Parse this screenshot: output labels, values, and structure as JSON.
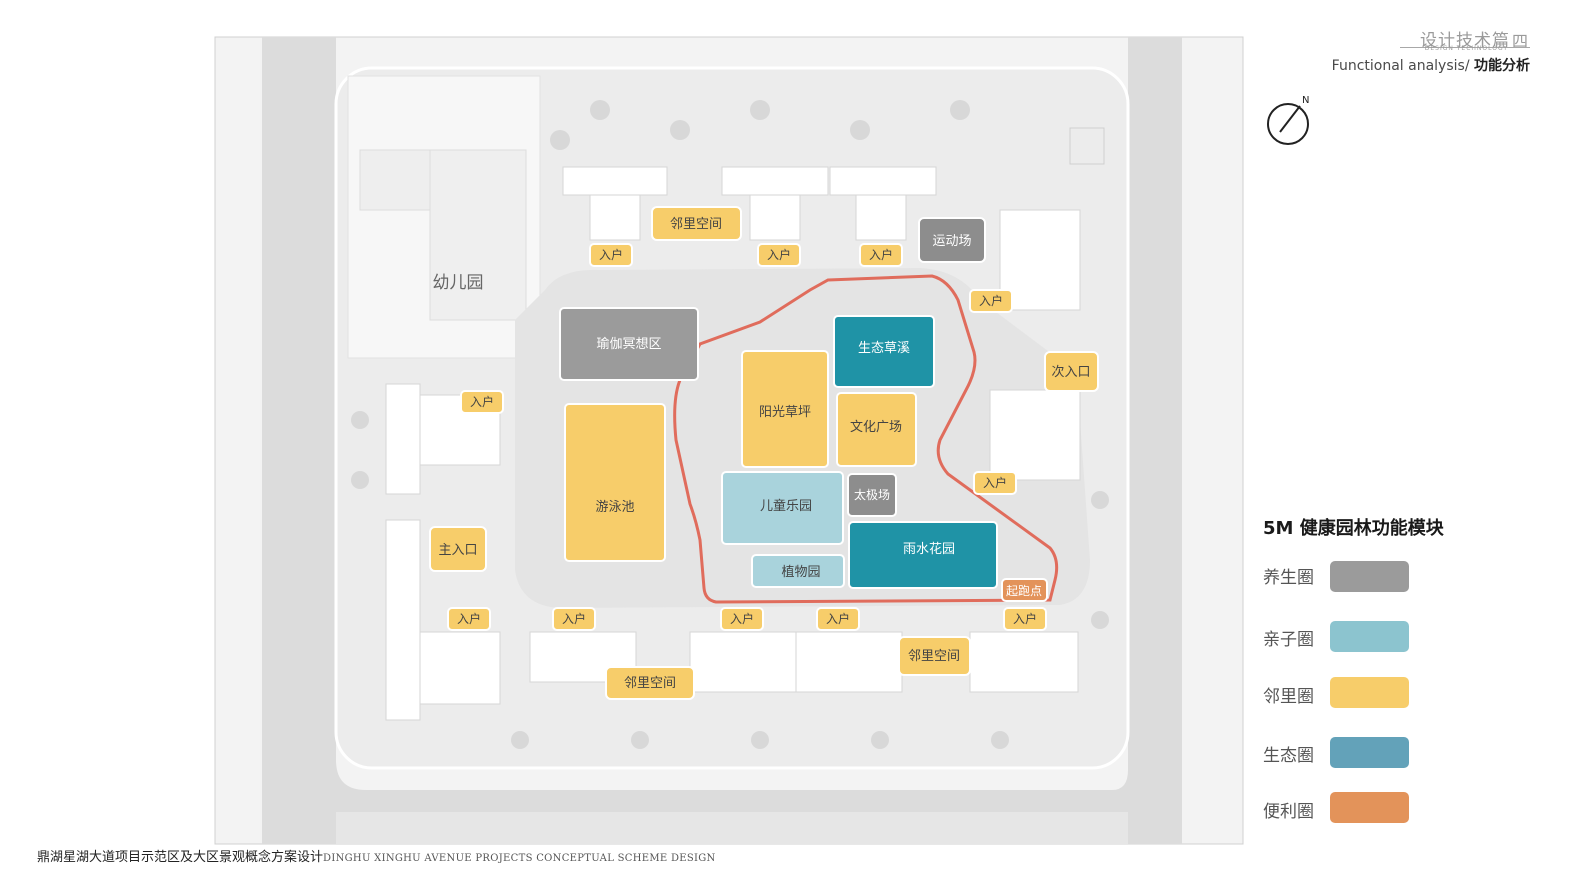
{
  "header": {
    "section_cn": "设计技术篇",
    "section_en": "DESIGN TECHNOLOGY",
    "chapter_numeral": "四",
    "title_en": "Functional analysis/",
    "title_cn": "功能分析"
  },
  "compass": {
    "north_label": "N"
  },
  "legend": {
    "title": "5M 健康园林功能模块",
    "items": [
      {
        "label": "养生圈",
        "color": "#9b9b9b"
      },
      {
        "label": "亲子圈",
        "color": "#8cc4cf"
      },
      {
        "label": "邻里圈",
        "color": "#f7cd6a"
      },
      {
        "label": "生态圈",
        "color": "#63a2b9"
      },
      {
        "label": "便利圈",
        "color": "#e3935a"
      }
    ]
  },
  "map": {
    "kindergarten_label": "幼儿园",
    "zones": [
      {
        "id": "yoga",
        "label": "瑜伽冥想区",
        "category": "养生圈"
      },
      {
        "id": "pool",
        "label": "游泳池",
        "category": "邻里圈"
      },
      {
        "id": "sun_lawn",
        "label": "阳光草坪",
        "category": "邻里圈"
      },
      {
        "id": "eco_creek",
        "label": "生态草溪",
        "category": "生态圈"
      },
      {
        "id": "culture_plaza",
        "label": "文化广场",
        "category": "邻里圈"
      },
      {
        "id": "taichi",
        "label": "太极场",
        "category": "养生圈"
      },
      {
        "id": "kids_park",
        "label": "儿童乐园",
        "category": "亲子圈"
      },
      {
        "id": "rain_garden",
        "label": "雨水花园",
        "category": "生态圈"
      },
      {
        "id": "botanical",
        "label": "植物园",
        "category": "亲子圈"
      },
      {
        "id": "sports",
        "label": "运动场",
        "category": "养生圈"
      },
      {
        "id": "start_point",
        "label": "起跑点",
        "category": "便利圈"
      }
    ],
    "tags": {
      "neighbor_space": "邻里空间",
      "unit_entry": "入户",
      "main_entrance": "主入口",
      "secondary_entrance": "次入口"
    }
  },
  "footer": {
    "title_cn": "鼎湖星湖大道项目示范区及大区景观概念方案设计",
    "title_en": "DINGHU XINGHU AVENUE PROJECTS CONCEPTUAL SCHEME DESIGN"
  }
}
